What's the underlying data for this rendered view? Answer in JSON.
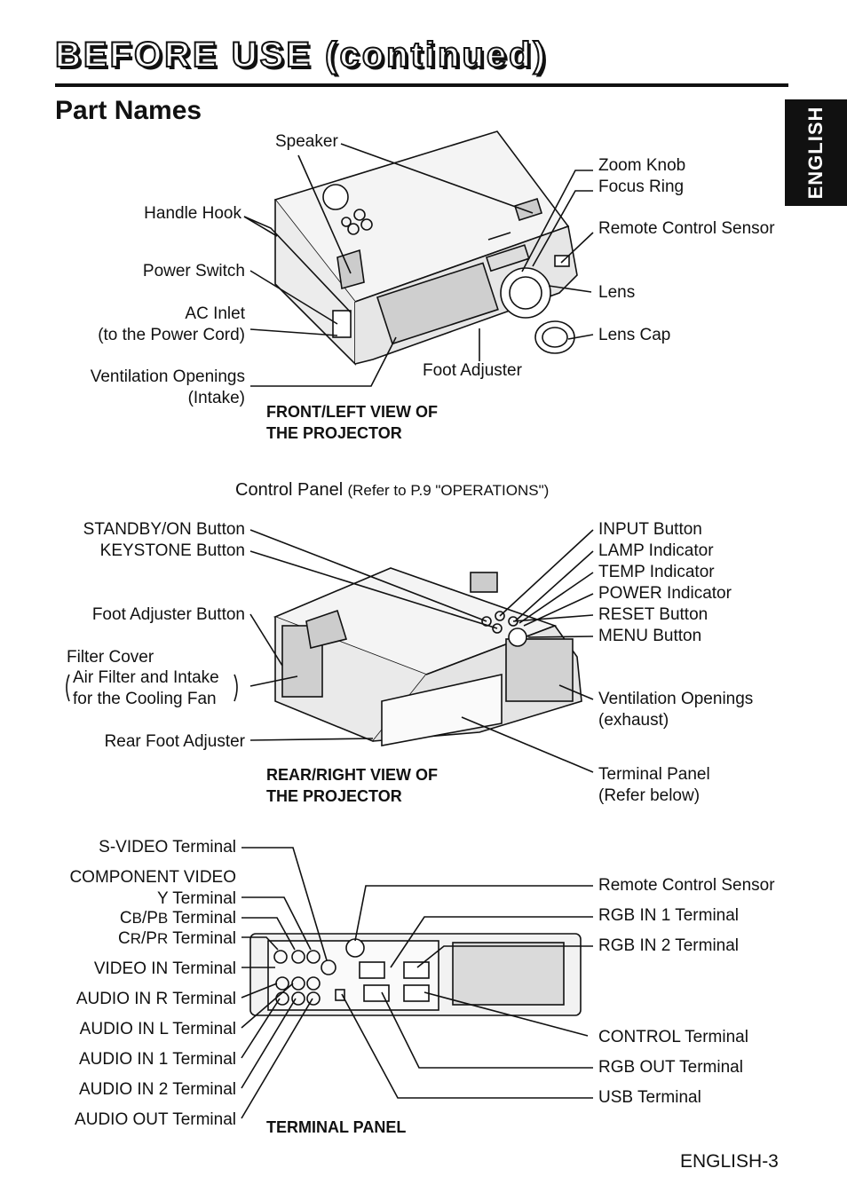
{
  "header": {
    "title": "BEFORE USE (continued)",
    "language_tab": "ENGLISH"
  },
  "section_title": "Part Names",
  "front_view": {
    "caption": [
      "FRONT/LEFT VIEW OF",
      "THE PROJECTOR"
    ],
    "labels": {
      "speaker": "Speaker",
      "handle_hook": "Handle Hook",
      "power_switch": "Power Switch",
      "ac_inlet": [
        "AC Inlet",
        "(to the Power Cord)"
      ],
      "vent_intake": [
        "Ventilation Openings",
        "(Intake)"
      ],
      "zoom_knob": "Zoom Knob",
      "focus_ring": "Focus Ring",
      "remote_sensor": "Remote Control Sensor",
      "lens": "Lens",
      "lens_cap": "Lens Cap",
      "foot_adjuster": "Foot Adjuster"
    }
  },
  "rear_view": {
    "caption": [
      "REAR/RIGHT VIEW OF",
      "THE PROJECTOR"
    ],
    "control_panel": "Control Panel",
    "control_panel_ref": "(Refer to P.9 \"OPERATIONS\")",
    "labels": {
      "standby": "STANDBY/ON Button",
      "keystone": "KEYSTONE Button",
      "foot_adjuster_button": "Foot Adjuster Button",
      "filter_cover": "Filter Cover",
      "air_filter": [
        "Air Filter and Intake",
        "for the Cooling Fan"
      ],
      "rear_foot": "Rear Foot Adjuster",
      "input": "INPUT Button",
      "lamp": "LAMP Indicator",
      "temp": "TEMP Indicator",
      "power": "POWER Indicator",
      "reset": "RESET Button",
      "menu": "MENU Button",
      "vent_exhaust": [
        "Ventilation Openings",
        "(exhaust)"
      ],
      "terminal_panel": [
        "Terminal Panel",
        "(Refer below)"
      ]
    }
  },
  "terminal_panel": {
    "caption": "TERMINAL PANEL",
    "left_labels": {
      "svideo": "S-VIDEO Terminal",
      "component": "COMPONENT VIDEO",
      "y": "Y Terminal",
      "cb_main": "C",
      "cb_sub": "B",
      "cb_sep": "/P",
      "cb_sub2": "B",
      "cb_tail": " Terminal",
      "cr_main": "C",
      "cr_sub": "R",
      "cr_sep": "/P",
      "cr_sub2": "R",
      "cr_tail": " Terminal",
      "video_in": "VIDEO IN Terminal",
      "audio_r": "AUDIO IN R Terminal",
      "audio_l": "AUDIO IN L Terminal",
      "audio_1": "AUDIO IN 1 Terminal",
      "audio_2": "AUDIO IN 2 Terminal",
      "audio_out": "AUDIO OUT Terminal"
    },
    "right_labels": {
      "remote": "Remote Control Sensor",
      "rgb1": "RGB IN 1 Terminal",
      "rgb2": "RGB IN 2 Terminal",
      "control": "CONTROL Terminal",
      "rgb_out": "RGB OUT Terminal",
      "usb": "USB Terminal"
    }
  },
  "page_number": "ENGLISH-3"
}
